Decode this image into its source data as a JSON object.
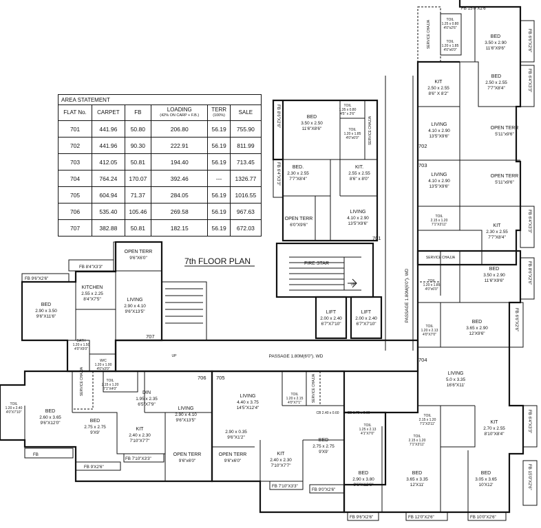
{
  "title": "7th FLOOR PLAN",
  "area_statement": {
    "caption": "AREA STATEMENT",
    "headers": [
      "FLAT No.",
      "CARPET",
      "FB",
      "LOADING",
      "TERR",
      "SALE"
    ],
    "loading_note": "(42% ON CARP + F.B.)",
    "terr_note": "(100%)",
    "rows": [
      [
        "701",
        "441.96",
        "50.80",
        "206.80",
        "56.19",
        "755.90"
      ],
      [
        "702",
        "441.96",
        "90.30",
        "222.91",
        "56.19",
        "811.99"
      ],
      [
        "703",
        "412.05",
        "50.81",
        "194.40",
        "56.19",
        "713.45"
      ],
      [
        "704",
        "764.24",
        "170.07",
        "392.46",
        "---",
        "1326.77"
      ],
      [
        "705",
        "604.94",
        "71.37",
        "284.05",
        "56.19",
        "1016.55"
      ],
      [
        "706",
        "535.40",
        "105.46",
        "269.58",
        "56.19",
        "967.63"
      ],
      [
        "707",
        "382.88",
        "50.81",
        "182.15",
        "56.19",
        "672.03"
      ]
    ]
  },
  "flats": [
    "701",
    "702",
    "703",
    "704",
    "705",
    "706",
    "707"
  ],
  "passages": {
    "horizontal": "PASSAGE 1.80M(6'0\"). WD",
    "vertical": "PASSAGE 1.80M(6'0\"). WD"
  },
  "core": {
    "fire_star": "FIRE STAR",
    "up1": "UP",
    "up2": "UP",
    "lift1": {
      "name": "LIFT",
      "dim": "2.00 x 2.40",
      "imp": "6'7\"X7'10\""
    },
    "lift2": {
      "name": "LIFT",
      "dim": "2.00 x 2.40",
      "imp": "6'7\"X7'10\""
    }
  },
  "rooms": {
    "r701_bed": {
      "name": "BED",
      "dim": "3.50 x 2.50",
      "imp": "11'6\"X8'6\""
    },
    "r701_bed2": {
      "name": "BED.",
      "dim": "2.30 x 2.55",
      "imp": "7'7\"X8'4\""
    },
    "r701_kit": {
      "name": "KIT.",
      "dim": "2.55 x 2.55",
      "imp": "8'6\" x 8'0\""
    },
    "r701_living": {
      "name": "LIVING",
      "dim": "4.10 x 2.90",
      "imp": "13'5\"X9'6\""
    },
    "r701_openterr": {
      "name": "OPEN TERR",
      "imp": "6'0\"X9'6\""
    },
    "r701_toil1": {
      "name": "TOIL",
      "dim": "1.35 x 0.80",
      "imp": "4'5\" x 2'6\""
    },
    "r701_toil2": {
      "name": "TOIL",
      "dim": "1.20 x 1.85",
      "imp": "4'0\"x6'0\""
    },
    "r701_service": {
      "name": "SERVICE CHAJJA"
    },
    "r702_bed": {
      "name": "BED",
      "dim": "3.50 x 2.90",
      "imp": "11'6\"X9'6\""
    },
    "r702_bed2": {
      "name": "BED",
      "dim": "2.50 x 2.55",
      "imp": "7'7\"X8'4\""
    },
    "r702_kit": {
      "name": "KIT",
      "dim": "2.50 x 2.55",
      "imp": "8'6\" X 8'2\""
    },
    "r702_living": {
      "name": "LIVING",
      "dim": "4.10 x 2.90",
      "imp": "13'5\"X9'6\""
    },
    "r702_openterr": {
      "name": "OPEN TERR",
      "imp": "5'11\"x9'6\""
    },
    "r702_toil1": {
      "name": "TOIL",
      "dim": "1.25 x 0.80",
      "imp": "4'0\"x2'6\""
    },
    "r702_toil2": {
      "name": "TOIL",
      "dim": "1.20 x 1.85",
      "imp": "4'0\"x6'0\""
    },
    "r702_service": {
      "name": "SERVICE CHAJJA"
    },
    "r703_living": {
      "name": "LIVING",
      "dim": "4.10 x 2.90",
      "imp": "13'5\"X9'6\""
    },
    "r703_openterr": {
      "name": "OPEN TERR",
      "imp": "5'11\"x9'6\""
    },
    "r703_toil": {
      "name": "TOIL",
      "dim": "2.15 x 1.20",
      "imp": "7'1\"X3'11\""
    },
    "r703_kit": {
      "name": "KIT",
      "dim": "2.30 x 2.55",
      "imp": "7'7\"X8'4\""
    },
    "r703_service": {
      "name": "SERVICE CHAJJA"
    },
    "r703_toil2": {
      "name": "TOIL",
      "dim": "1.20 x 1.85",
      "imp": "4'0\"x6'0\""
    },
    "r703_bed": {
      "name": "BED",
      "dim": "3.50 x 2.90",
      "imp": "11'6\"X9'6\""
    },
    "r704_bed": {
      "name": "BED",
      "dim": "3.65 x 2.90",
      "imp": "12'X9'6\""
    },
    "r704_toil": {
      "name": "TOIL",
      "dim": "1.20 x 2.13",
      "imp": "4'0\"X7'0\""
    },
    "r704_living": {
      "name": "LIVING",
      "dim": "5.0 x 3.35",
      "imp": "16'6\"X11'"
    },
    "r704_toil2": {
      "name": "TOIL",
      "dim": "2.15 x 1.20",
      "imp": "7'1\"X3'11\""
    },
    "r704_kit": {
      "name": "KIT",
      "dim": "2.70 x 2.55",
      "imp": "8'10\"X8'4\""
    },
    "r704_toil3": {
      "name": "TOIL",
      "dim": "1.25 x 2.13",
      "imp": "4'1\"X7'0\""
    },
    "r704_toil4": {
      "name": "TOIL",
      "dim": "2.15 x 1.20",
      "imp": "7'1\"X3'11\""
    },
    "r704_bed2": {
      "name": "BED",
      "dim": "2.90 x 3.80",
      "imp": "9'6\"X12'6\""
    },
    "r704_bed3": {
      "name": "BED",
      "dim": "3.65 x 3.35",
      "imp": "12'X11'"
    },
    "r704_bed4": {
      "name": "BED",
      "dim": "3.05 x 3.65",
      "imp": "10'X12'"
    },
    "r704_cb1": {
      "name": "CB 2.40 x 0.60"
    },
    "r704_cb2": {
      "name": "CB 1.70 x 0.60"
    },
    "r705_living": {
      "name": "LIVING",
      "dim": "4.40 x 3.75",
      "imp": "14'5\"X12'4\""
    },
    "r705_toil": {
      "name": "TOIL",
      "dim": "1.20 x 2.15",
      "imp": "4'0\"X7'1\""
    },
    "r705_service": {
      "name": "SERVICE CHAJJA"
    },
    "r705_din": {
      "dim": "2.90 x 0.35",
      "imp": "9'6\"X1'2\""
    },
    "r705_kit": {
      "name": "KIT",
      "dim": "2.40 x 2.30",
      "imp": "7'10\"X7'7\""
    },
    "r705_bed": {
      "name": "BED",
      "dim": "2.75 x 2.75",
      "imp": "9'X9'"
    },
    "r705_openterr": {
      "name": "OPEN TERR",
      "imp": "9'6\"x6'0\""
    },
    "r706_din": {
      "name": "DIN",
      "dim": "1.95 x 2.35",
      "imp": "6'5\"X7'9\""
    },
    "r706_living": {
      "name": "LIVING",
      "dim": "2.90 x 4.10",
      "imp": "9'6\"X13'5\""
    },
    "r706_toil": {
      "name": "TOIL",
      "dim": "2.15 x 1.20",
      "imp": "7'1\"X4'0\""
    },
    "r706_toil2": {
      "name": "TOIL",
      "dim": "1.20 x 2.40",
      "imp": "4'0\"X7'10\""
    },
    "r706_bed": {
      "name": "BED",
      "dim": "2.60 x 3.65",
      "imp": "9'6\"X12'0\""
    },
    "r706_bed2": {
      "name": "BED",
      "dim": "2.75 x 2.75",
      "imp": "9'X9'"
    },
    "r706_kit": {
      "name": "KIT",
      "dim": "2.40 x 2.30",
      "imp": "7'10\"X7'7\""
    },
    "r706_openterr": {
      "name": "OPEN TERR",
      "imp": "9'6\"x6'0\""
    },
    "r706_service": {
      "name": "SERVICE CHAJJA"
    },
    "r707_openterr": {
      "name": "OPEN TERR",
      "imp": "9'6\"X6'0\""
    },
    "r707_kitchen": {
      "name": "KITCHEN",
      "dim": "2.55 x 2.25",
      "imp": "8'4\"X7'5\""
    },
    "r707_living": {
      "name": "LIVING",
      "dim": "2.90 x 4.10",
      "imp": "9'6\"X13'5\""
    },
    "r707_bed": {
      "name": "BED",
      "dim": "2.90 x 3.50",
      "imp": "9'6\"X11'6\""
    },
    "r707_bath": {
      "name": "BATH",
      "dim": "1.20 x 1.50",
      "imp": "4'0\"X5'0\""
    },
    "r707_wc": {
      "name": "W/C",
      "dim": "1.20 x 1.00",
      "imp": "4'0\"x3'0\""
    }
  },
  "fb_labels": {
    "fb_top": "FB 15'0\"X2'6\"",
    "fb_702_right": "FB 6'6\"X2'6\"",
    "fb_702_right2": "FB 6'4\"X3'3\"",
    "fb_701_left": "FB 8'6\"X2'6\"",
    "fb_701_left2": "FB 6'4\"X3'3\"",
    "fb_703_right": "FB 6'4\"X3'3\"",
    "fb_703_right2": "FB 8'6\"X2'6\"",
    "fb_704_right": "FB 6'6\"X2'6\"",
    "fb_704_right2": "FB 6'4\"X3'3\"",
    "fb_704_right3": "FB 15'0\"X2'6\"",
    "fb_704_b1": "FB 9'6\"X2'6\"",
    "fb_704_b2": "FB 12'0\"X2'6\"",
    "fb_704_b3": "FB 10'0\"X2'6\"",
    "fb_705_b1": "FB 7'10\"X3'3\"",
    "fb_705_b2": "FB 9'0\"X2'6\"",
    "fb_706_b1": "FB 7'10\"X3'3\"",
    "fb_706_b2": "FB 9'X2'6\"",
    "fb_706_left": "FB",
    "fb_707_a": "FB 8'4\"X3'3\"",
    "fb_707_b": "FB 9'6\"X2'6\""
  }
}
